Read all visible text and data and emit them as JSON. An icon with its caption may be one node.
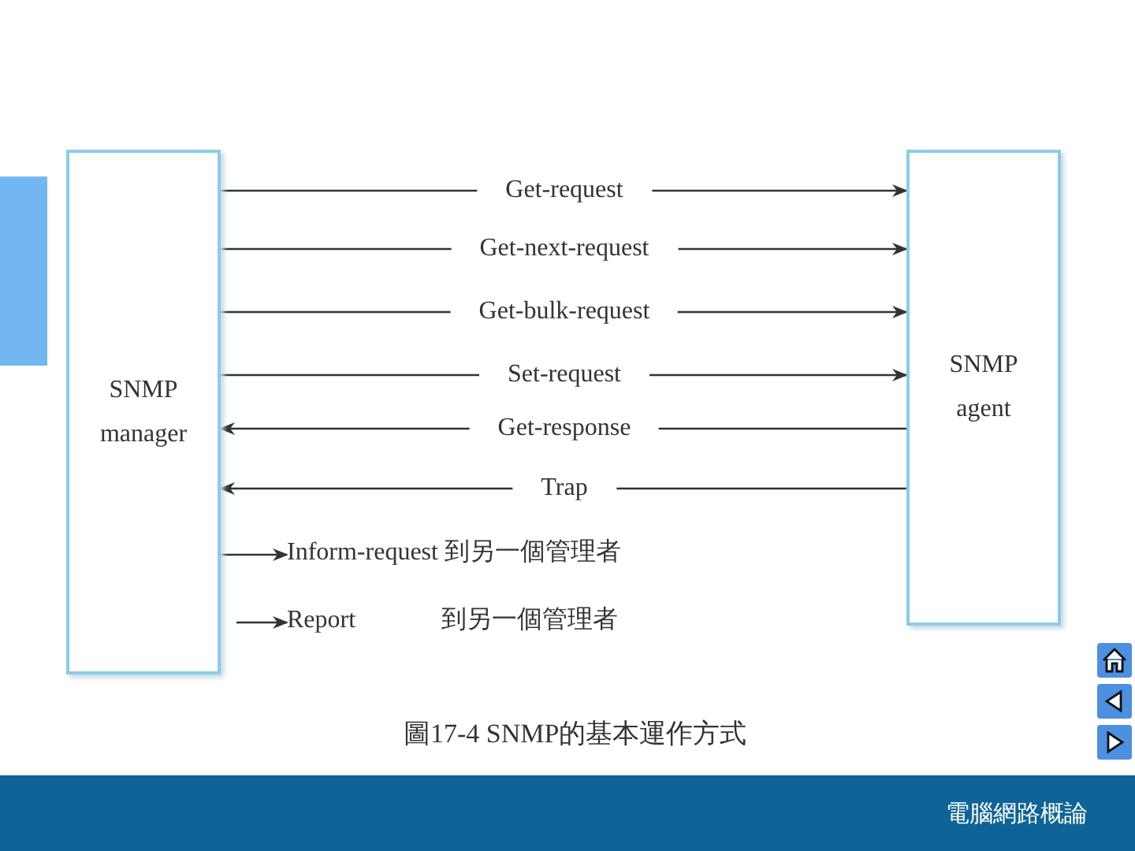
{
  "diagram": {
    "caption": "圖17-4 SNMP的基本運作方式",
    "nodes": [
      {
        "text": [
          "SNMP manager"
        ]
      },
      {
        "text": [
          "SNMP agent"
        ]
      },
      {
        "text": [
          "Inform-request 到另一個管理者"
        ]
      },
      {
        "text": [
          "Report"
        ]
      }
    ],
    "edges": [
      {
        "from": 0,
        "to": 1,
        "arrow": "to",
        "label": "Get-request"
      },
      {
        "from": 0,
        "to": 1,
        "arrow": "to",
        "label": "Get-next-request"
      },
      {
        "from": 0,
        "to": 1,
        "arrow": "to",
        "label": "Get-bulk-request"
      },
      {
        "from": 0,
        "to": 1,
        "arrow": "to",
        "label": "Set-request"
      },
      {
        "from": 1,
        "to": 0,
        "arrow": "to",
        "label": "Get-response"
      },
      {
        "from": 1,
        "to": 0,
        "arrow": "to",
        "label": "Trap"
      },
      {
        "from": 0,
        "to": 2,
        "arrow": "to"
      },
      {
        "from": 0,
        "to": 3,
        "arrow": "to"
      }
    ],
    "labels": [
      "到另一個管理者",
      "電腦網路概論"
    ]
  }
}
